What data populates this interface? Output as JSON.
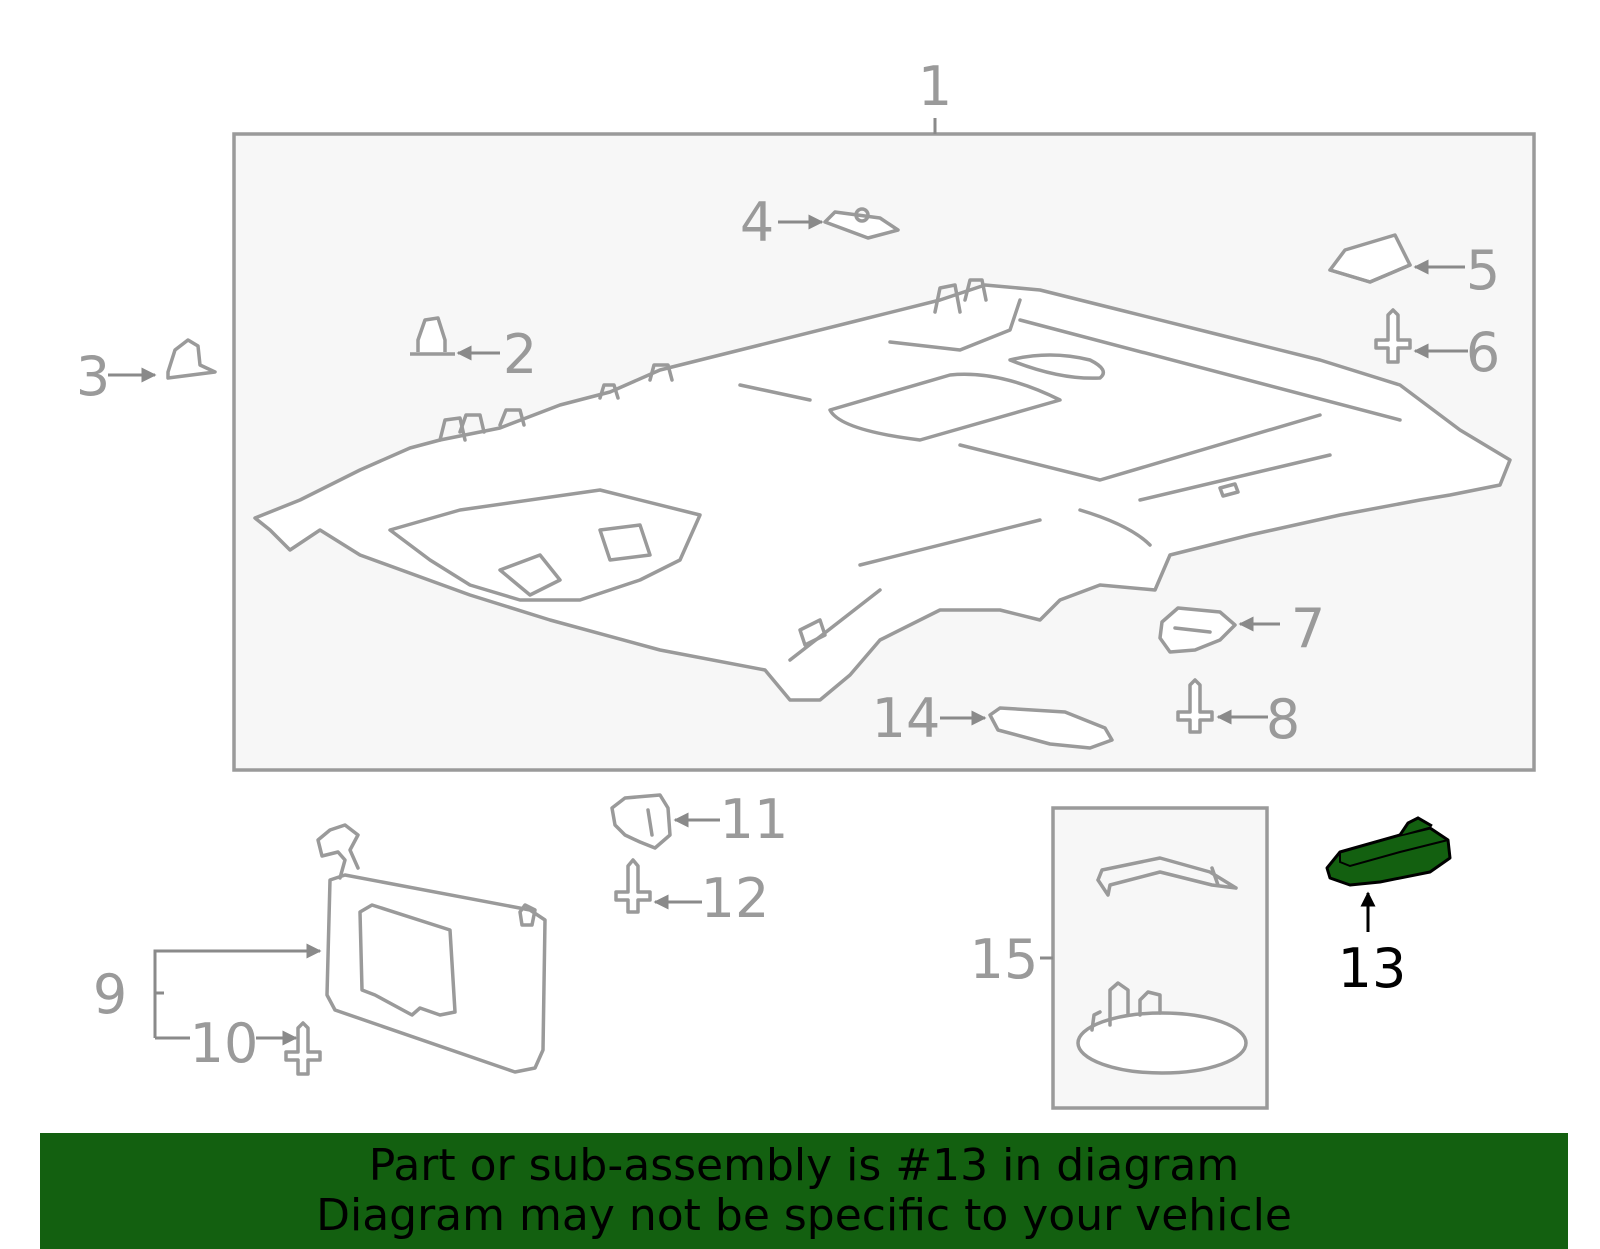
{
  "diagram": {
    "callouts": {
      "c1": "1",
      "c2": "2",
      "c3": "3",
      "c4": "4",
      "c5": "5",
      "c6": "6",
      "c7": "7",
      "c8": "8",
      "c9": "9",
      "c10": "10",
      "c11": "11",
      "c12": "12",
      "c13": "13",
      "c14": "14",
      "c15": "15"
    },
    "highlighted_part": "13",
    "colors": {
      "line": "#9a9a9a",
      "panel_bg": "#f7f7f7",
      "highlight_fill": "#136010",
      "banner_bg": "#136010"
    }
  },
  "banner": {
    "line1": "Part or sub-assembly is #13 in diagram",
    "line2": "Diagram may not be specific to your vehicle"
  }
}
